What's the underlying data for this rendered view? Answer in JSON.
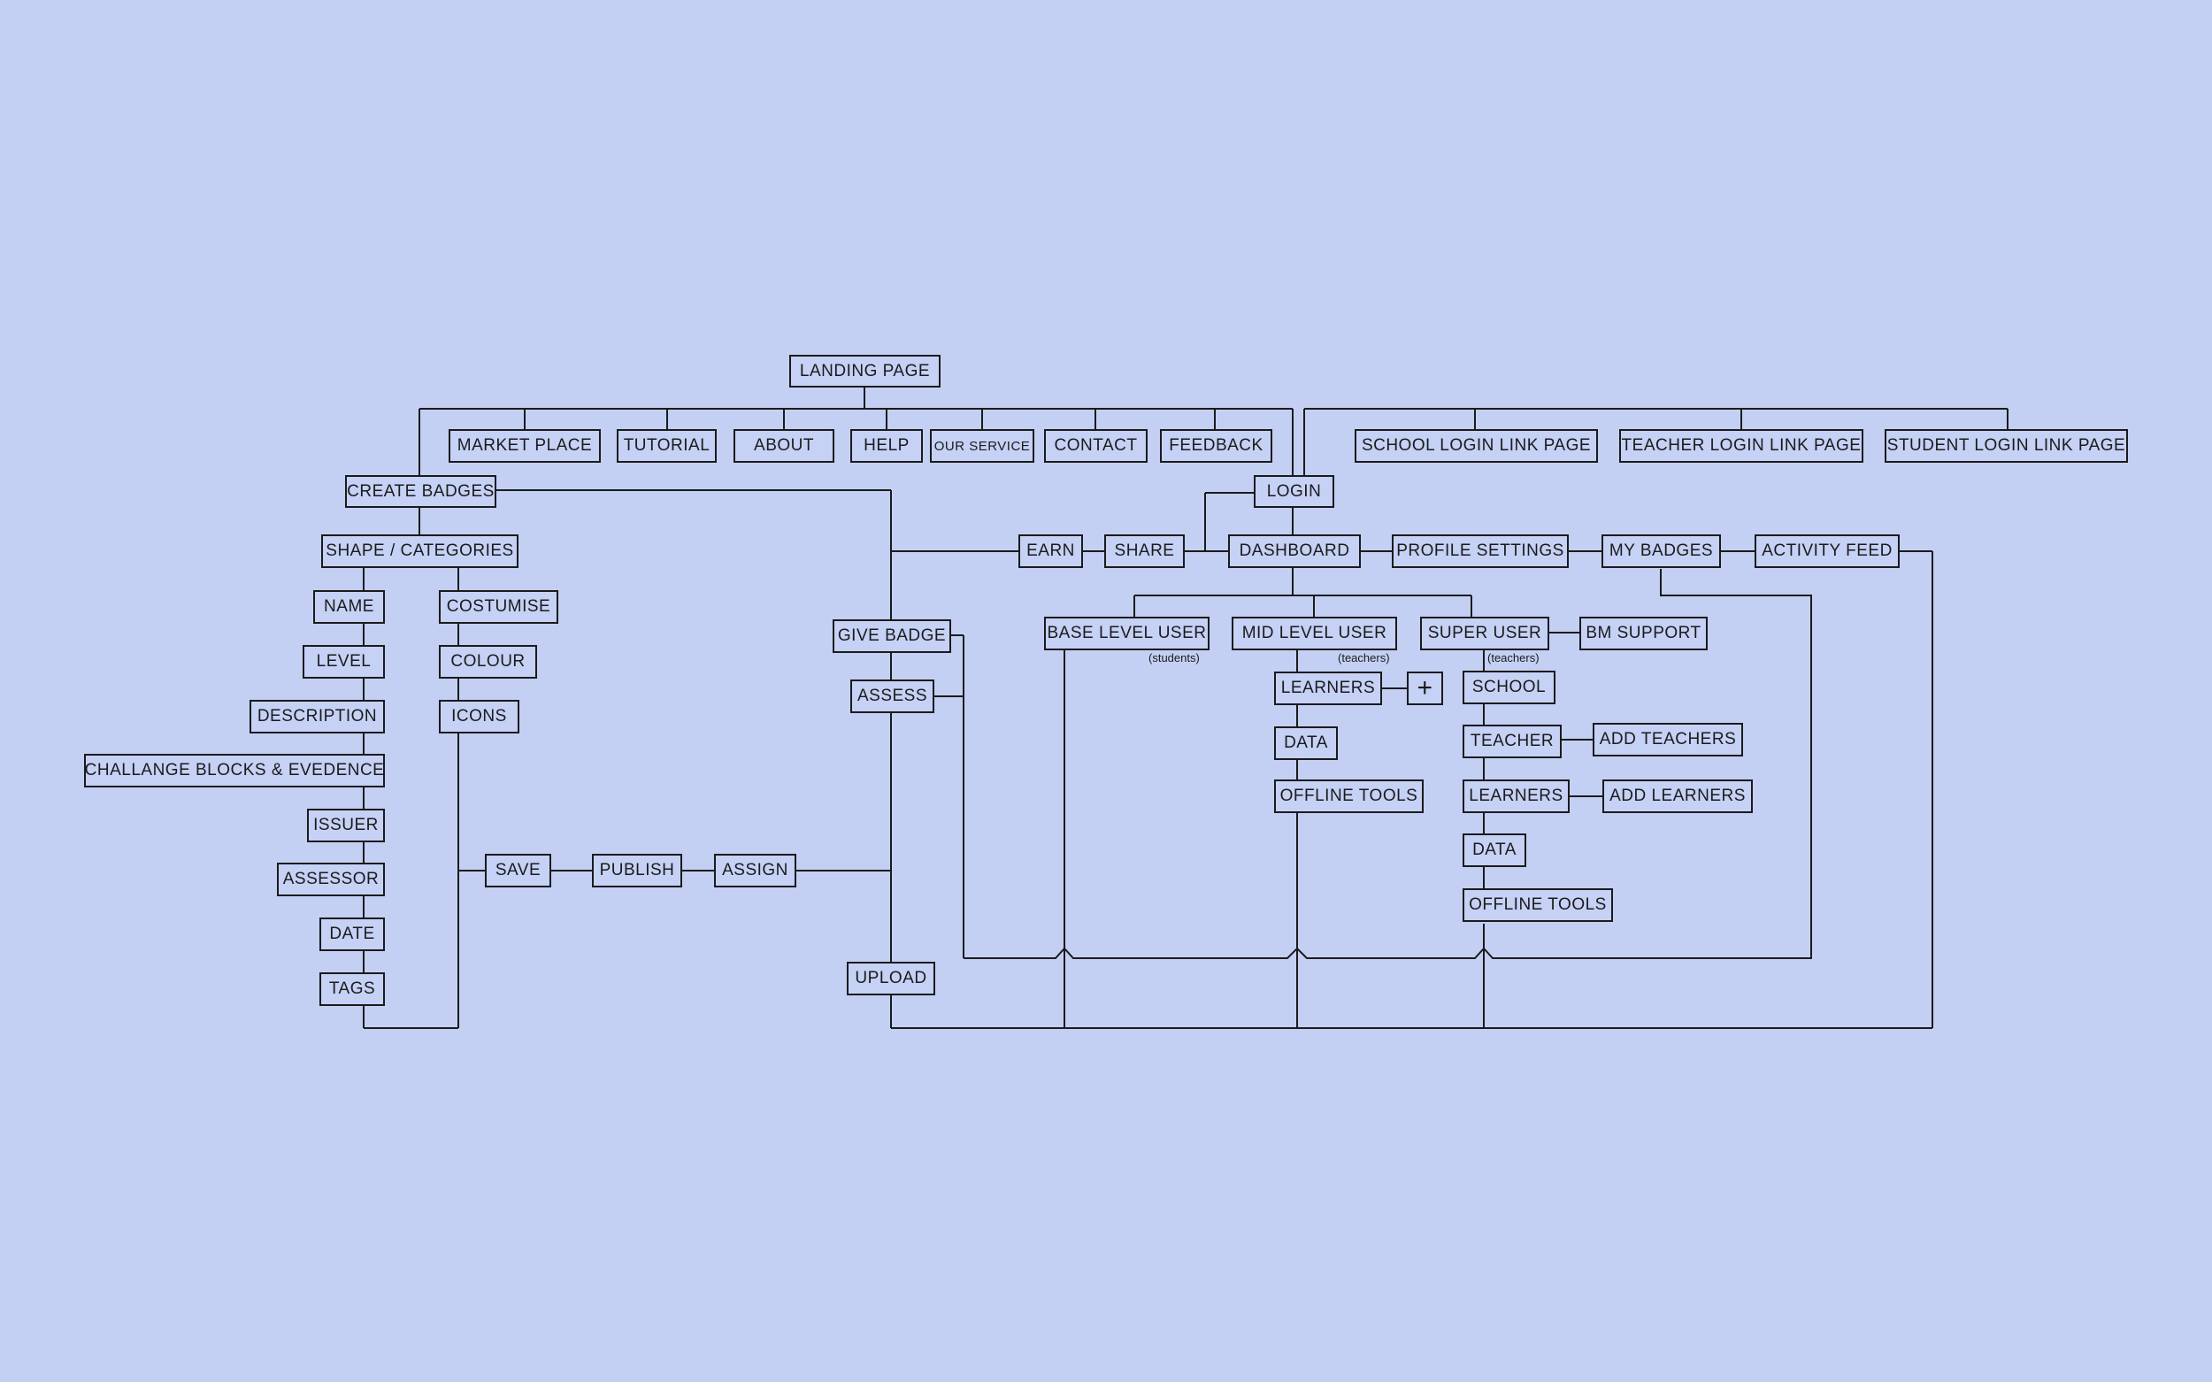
{
  "nodes": {
    "landing_page": "LANDING PAGE",
    "market_place": "MARKET PLACE",
    "tutorial": "TUTORIAL",
    "about": "ABOUT",
    "help": "HELP",
    "our_service": "OUR SERVICE",
    "contact": "CONTACT",
    "feedback": "FEEDBACK",
    "school_login_link_page": "SCHOOL LOGIN LINK PAGE",
    "teacher_login_link_page": "TEACHER LOGIN LINK PAGE",
    "student_login_link_page": "STUDENT LOGIN LINK PAGE",
    "create_badges": "CREATE BADGES",
    "login": "LOGIN",
    "shape_categories": "SHAPE / CATEGORIES",
    "earn": "EARN",
    "share": "SHARE",
    "dashboard": "DASHBOARD",
    "profile_settings": "PROFILE SETTINGS",
    "my_badges": "MY BADGES",
    "activity_feed": "ACTIVITY FEED",
    "name": "NAME",
    "costumise": "COSTUMISE",
    "level": "LEVEL",
    "colour": "COLOUR",
    "description": "DESCRIPTION",
    "icons": "ICONS",
    "challange_blocks": "CHALLANGE BLOCKS & EVEDENCE",
    "issuer": "ISSUER",
    "assessor": "ASSESSOR",
    "date": "DATE",
    "tags": "TAGS",
    "save": "SAVE",
    "publish": "PUBLISH",
    "assign": "ASSIGN",
    "give_badge": "GIVE BADGE",
    "assess": "ASSESS",
    "upload": "UPLOAD",
    "base_level_user": "BASE LEVEL USER",
    "mid_level_user": "MID LEVEL USER",
    "super_user": "SUPER USER",
    "bm_support": "BM SUPPORT",
    "learners_mid": "LEARNERS",
    "plus": "+",
    "data_mid": "DATA",
    "offline_tools_mid": "OFFLINE TOOLS",
    "school": "SCHOOL",
    "teacher": "TEACHER",
    "add_teachers": "ADD TEACHERS",
    "learners_super": "LEARNERS",
    "add_learners": "ADD LEARNERS",
    "data_super": "DATA",
    "offline_tools_super": "OFFLINE TOOLS"
  },
  "notes": {
    "students": "(students)",
    "teachers_mid": "(teachers)",
    "teachers_super": "(teachers)"
  }
}
